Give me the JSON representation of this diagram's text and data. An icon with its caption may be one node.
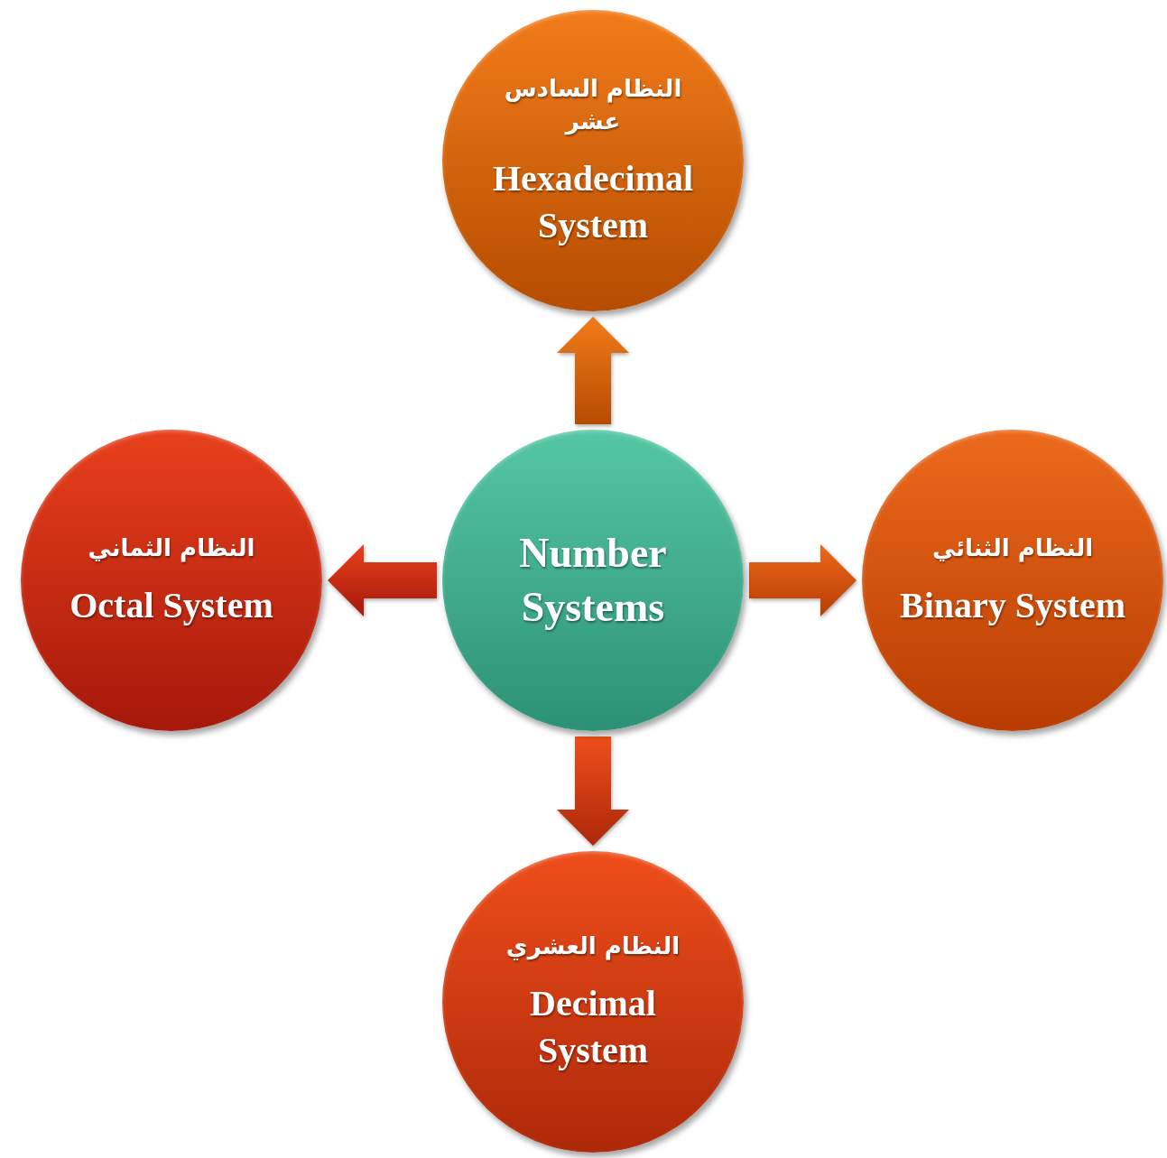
{
  "diagram": {
    "nodes": [
      {
        "text": [
          "Number Systems"
        ]
      },
      {
        "text": [
          "النظام السادس عشر",
          "Hexadecimal System"
        ]
      },
      {
        "text": [
          "النظام الثماني",
          "Octal System"
        ]
      },
      {
        "text": [
          "النظام الثنائي",
          "Binary System"
        ]
      },
      {
        "text": [
          "النظام العشري",
          "Decimal System"
        ]
      }
    ],
    "edges": [
      {
        "from": 0,
        "to": 1,
        "arrow": "to"
      },
      {
        "from": 0,
        "to": 2,
        "arrow": "to"
      },
      {
        "from": 0,
        "to": 3,
        "arrow": "to"
      },
      {
        "from": 0,
        "to": 4,
        "arrow": "to"
      }
    ]
  }
}
